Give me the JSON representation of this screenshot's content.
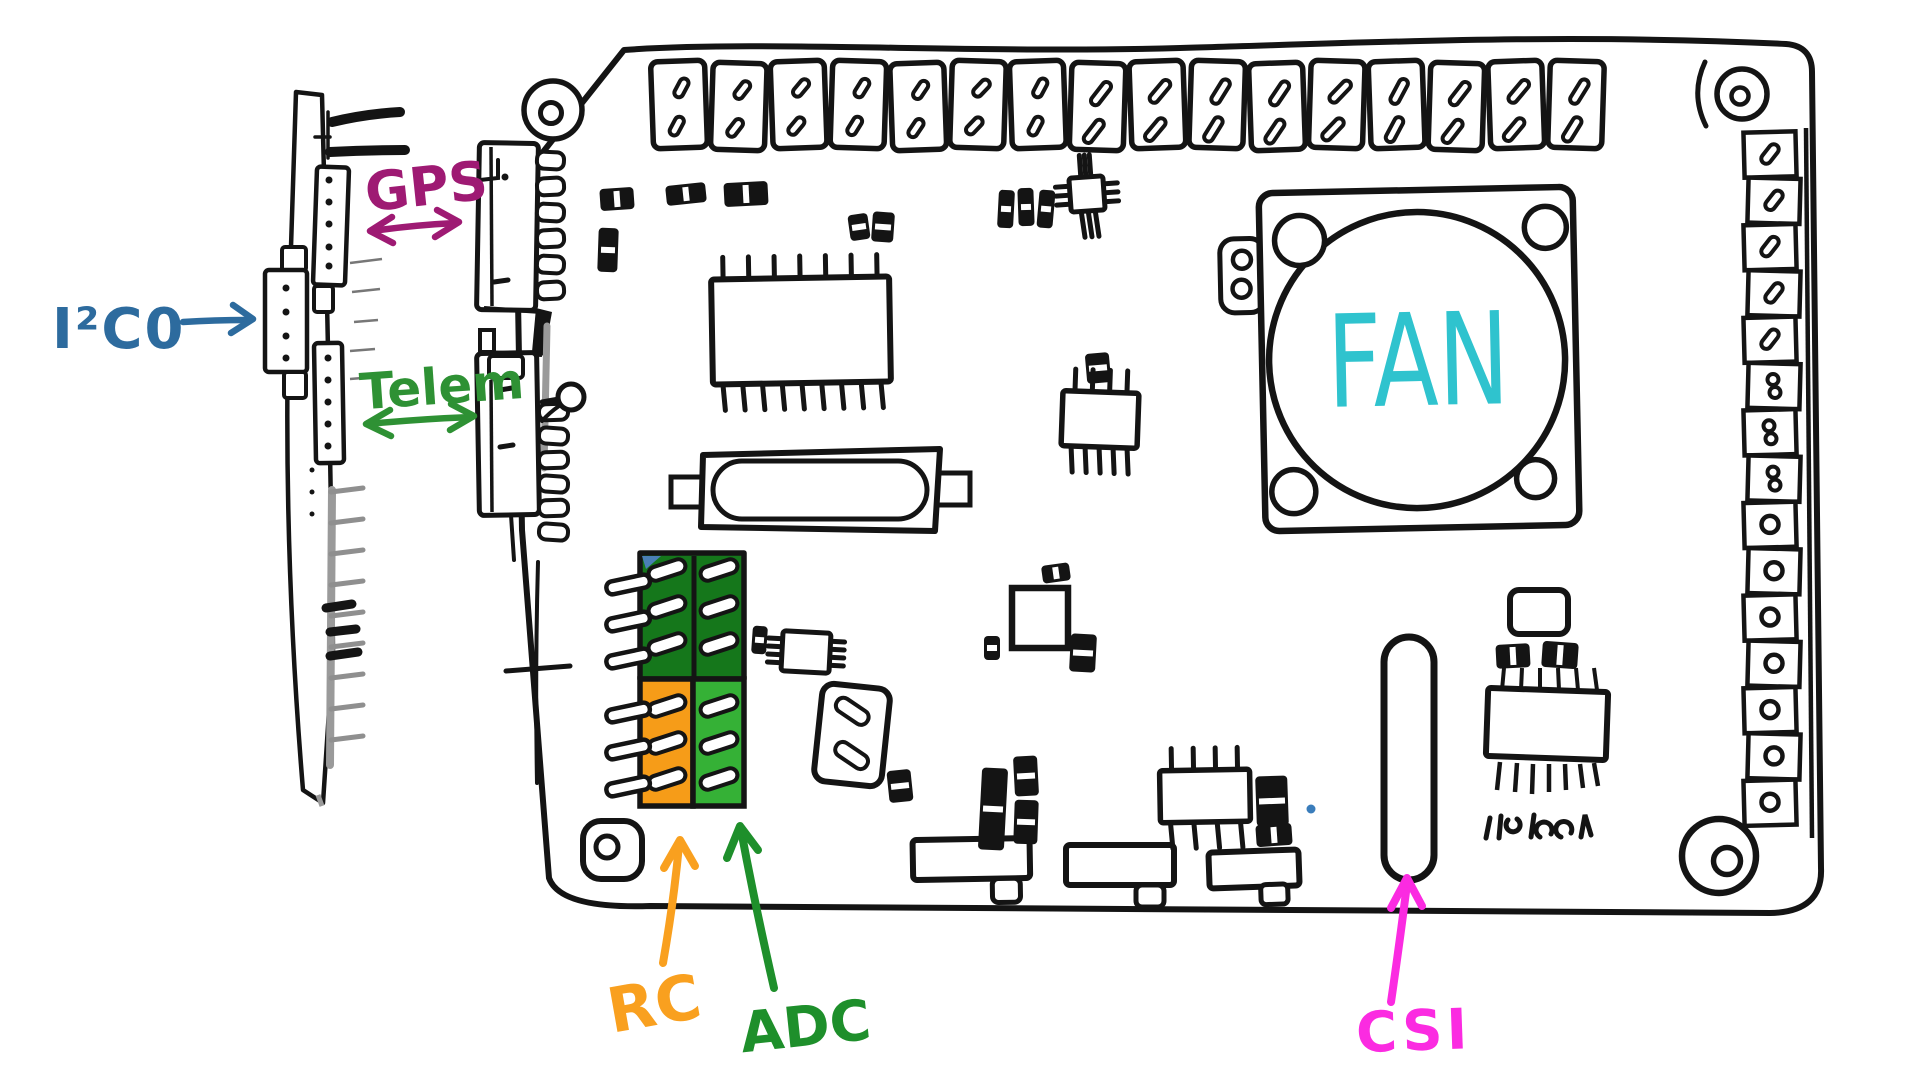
{
  "labels": {
    "i2c0": {
      "text": "I²C0",
      "color": "#2d6b9e"
    },
    "gps": {
      "text": "GPS",
      "color": "#9e1a73"
    },
    "telem": {
      "text": "Telem",
      "color": "#2e9134"
    },
    "rc": {
      "text": "RC",
      "color": "#f9a01f"
    },
    "adc": {
      "text": "ADC",
      "color": "#1e8f2b"
    },
    "csi": {
      "text": "CSI",
      "color": "#fb2be1"
    },
    "fan": {
      "text": "FAN",
      "color": "#2fc3ce"
    }
  },
  "board": {
    "ink_color": "#141414",
    "top_header": {
      "cell_count": 16
    },
    "right_pad_column": {
      "cell_count": 15
    },
    "rc_adc_block": {
      "rows_per_block": 3,
      "top_block_color": "#15771b",
      "bottom_left_color": "#f69c18",
      "bottom_right_color": "#35b136"
    }
  }
}
